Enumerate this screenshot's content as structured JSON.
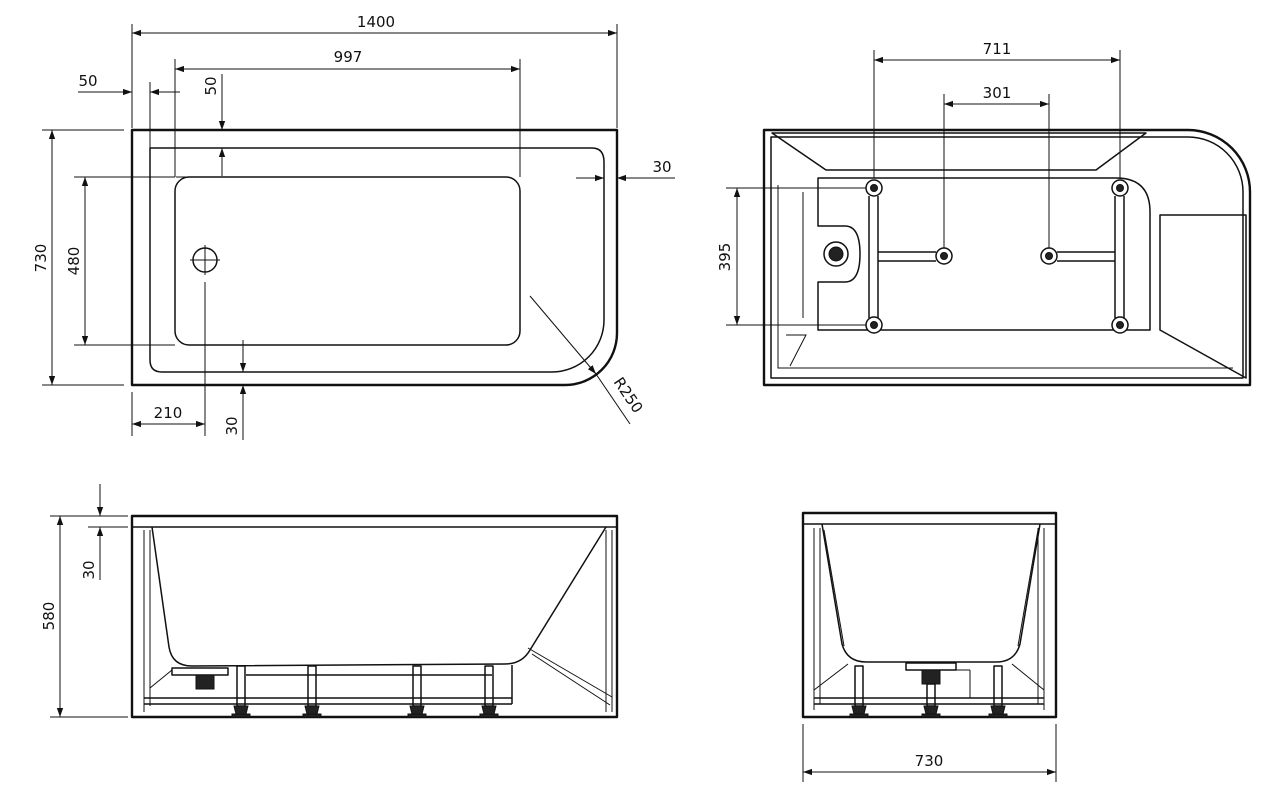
{
  "top_view": {
    "length": "1400",
    "basin_length": "997",
    "rim_left": "50",
    "rim_top": "50",
    "rim_right": "30",
    "width": "730",
    "basin_width": "480",
    "drain_offset": "210",
    "rim_bottom": "30",
    "corner_radius": "R250"
  },
  "frame_view": {
    "leg_span": "711",
    "inner_span": "301",
    "leg_depth": "395"
  },
  "front_view": {
    "height": "580",
    "rim_thickness": "30"
  },
  "side_view": {
    "width": "730"
  }
}
